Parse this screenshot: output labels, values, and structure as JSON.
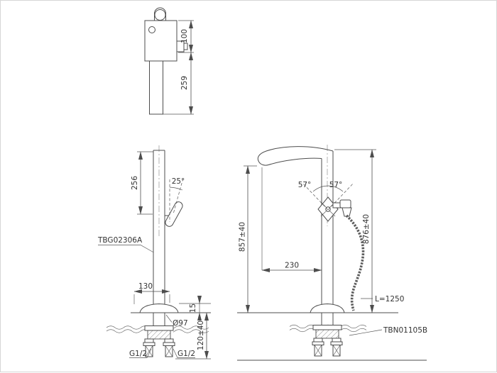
{
  "meta": {
    "title": "Freestanding bath faucet installation drawing"
  },
  "colors": {
    "background": "#ffffff",
    "line": "#4d4d4d",
    "text": "#333333"
  },
  "top_view": {
    "dim_height": "100",
    "dim_length": "259"
  },
  "front_view": {
    "model_label": "TBG02306A",
    "dim_upper_height": "256",
    "handle_angle": "25°",
    "dim_base_width": "130",
    "dim_plate_height": "15",
    "flange_diameter": "Ø97",
    "dim_under_floor": "120±40",
    "inlet_left": "G1/2",
    "inlet_right": "G1/2"
  },
  "side_view": {
    "model_label": "TBN01105B",
    "handle_angle_left": "57°",
    "handle_angle_right": "57°",
    "dim_spout_height": "857±40",
    "dim_total_height": "876±40",
    "dim_spout_reach": "230",
    "hose_length": "L=1250"
  }
}
